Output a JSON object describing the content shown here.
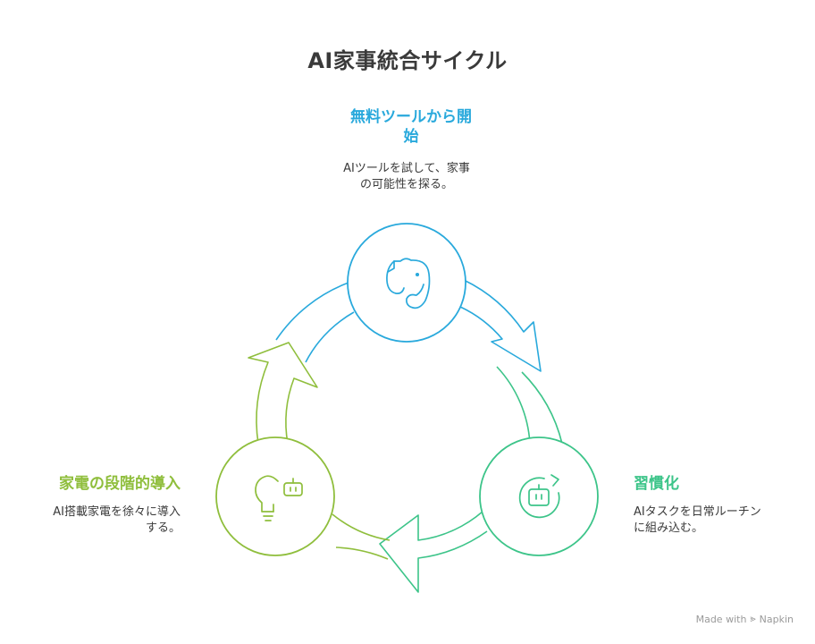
{
  "title": "AI家事統合サイクル",
  "stages": [
    {
      "title_line1": "無料ツールから開",
      "title_line2": "始",
      "desc_line1": "AIツールを試して、家事",
      "desc_line2": "の可能性を探る。",
      "color": "#29a9dc",
      "icon": "evernote-elephant-icon"
    },
    {
      "title_line1": "習慣化",
      "desc_line1": "AIタスクを日常ルーチン",
      "desc_line2": "に組み込む。",
      "color": "#3cc489",
      "icon": "robot-refresh-icon"
    },
    {
      "title_line1": "家電の段階的導入",
      "desc_line1": "AI搭載家電を徐々に導入",
      "desc_line2": "する。",
      "color": "#8fbe3c",
      "icon": "lightbulb-robot-icon"
    }
  ],
  "brand": {
    "prefix": "Made with",
    "name": "Napkin"
  }
}
